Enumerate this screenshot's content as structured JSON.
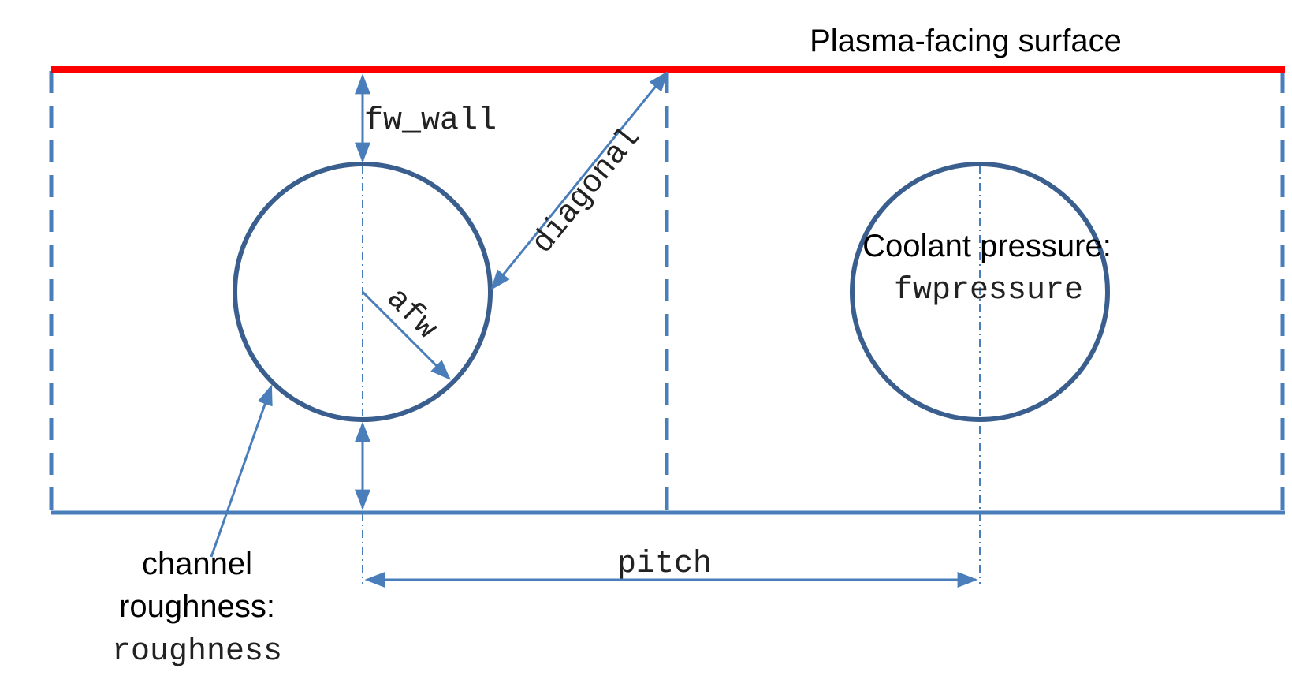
{
  "labels": {
    "surface": "Plasma-facing surface",
    "fw_wall": "fw_wall",
    "diagonal": "diagonal",
    "afw": "afw",
    "coolant_line1": "Coolant pressure:",
    "coolant_line2": "fwpressure",
    "pitch": "pitch",
    "roughness_line1": "channel",
    "roughness_line2": "roughness:",
    "roughness_line3": "roughness"
  },
  "colors": {
    "surface": "#ff0000",
    "boundary": "#4a7ebb",
    "channel": "#3a5f8f",
    "arrow": "#4a7ebb",
    "text": "#000000"
  }
}
